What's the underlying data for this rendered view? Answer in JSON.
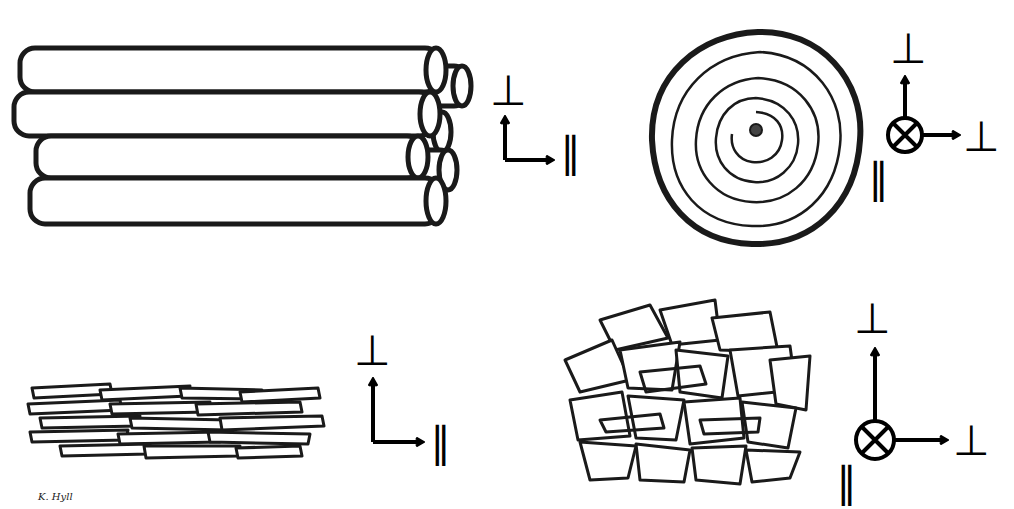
{
  "diagram": {
    "labels": [
      "⊥",
      "∥",
      "⊥",
      "⊥",
      "∥",
      "⊥",
      "∥",
      "⊥",
      "⊥",
      "∥",
      "K. Hyll"
    ]
  }
}
